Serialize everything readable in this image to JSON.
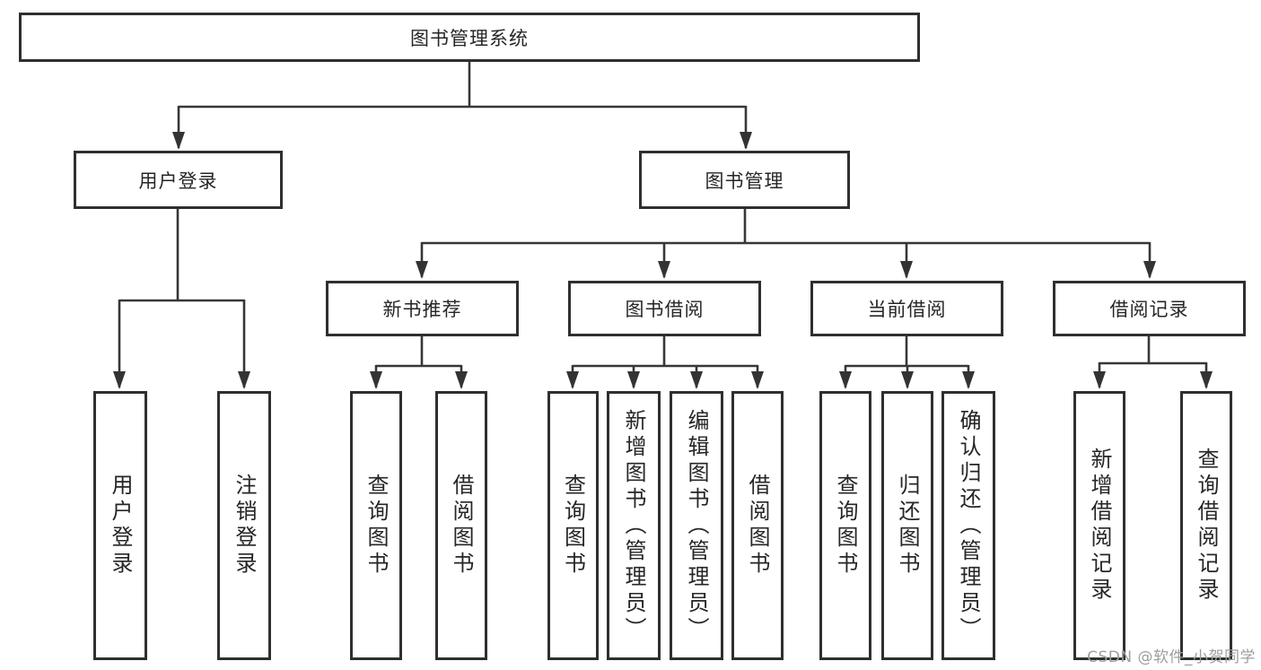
{
  "tree": {
    "root": {
      "label": "图书管理系统"
    },
    "user_login": {
      "label": "用户登录",
      "children": [
        "用户登录",
        "注销登录"
      ]
    },
    "book_management": {
      "label": "图书管理",
      "sections": {
        "new_book_recommend": {
          "label": "新书推荐",
          "children": [
            "查询图书",
            "借阅图书"
          ]
        },
        "book_borrow": {
          "label": "图书借阅",
          "children": [
            "查询图书",
            "新增图书（管理员）",
            "编辑图书（管理员）",
            "借阅图书"
          ]
        },
        "current_borrow": {
          "label": "当前借阅",
          "children": [
            "查询图书",
            "归还图书",
            "确认归还（管理员）"
          ]
        },
        "borrow_records": {
          "label": "借阅记录",
          "children": [
            "新增借阅记录",
            "查询借阅记录"
          ]
        }
      }
    }
  },
  "colors": {
    "line": "#373737",
    "border": "#2f2f2f",
    "text": "#262626",
    "watermark": "#9e9e9e"
  },
  "watermark": {
    "text": "CSDN @软件_小贺同学"
  }
}
